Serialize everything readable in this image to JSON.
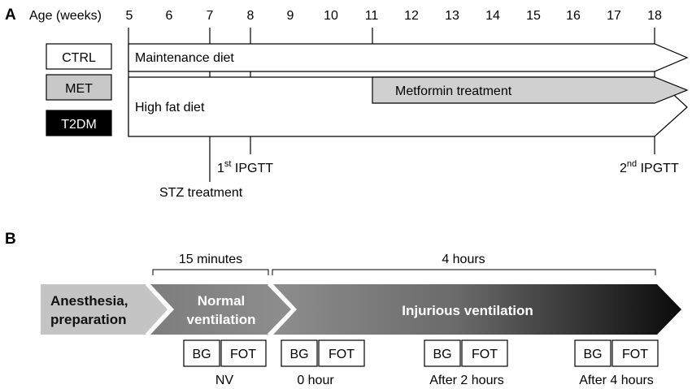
{
  "panel_a": {
    "label": "A",
    "age_label": "Age (weeks)",
    "weeks": [
      "5",
      "6",
      "7",
      "8",
      "9",
      "10",
      "11",
      "12",
      "13",
      "14",
      "15",
      "16",
      "17",
      "18"
    ],
    "legend": [
      {
        "label": "CTRL",
        "fill": "#ffffff",
        "text_color": "#000000"
      },
      {
        "label": "MET",
        "fill": "#c8c8c8",
        "text_color": "#000000"
      },
      {
        "label": "T2DM",
        "fill": "#000000",
        "text_color": "#ffffff"
      }
    ],
    "maintenance_diet": "Maintenance diet",
    "high_fat_diet": "High fat diet",
    "metformin_treatment": "Metformin treatment",
    "metformin_fill": "#d0d0d0",
    "first_ipgtt": {
      "sup": "st",
      "num": "1",
      "rest": " IPGTT"
    },
    "second_ipgtt": {
      "sup": "nd",
      "num": "2",
      "rest": " IPGTT"
    },
    "stz_treatment": "STZ treatment"
  },
  "panel_b": {
    "label": "B",
    "duration_15": "15 minutes",
    "duration_4h": "4 hours",
    "stage1": [
      "Anesthesia,",
      "preparation"
    ],
    "stage2": [
      "Normal",
      "ventilation"
    ],
    "stage3": "Injurious ventilation",
    "measurements": [
      {
        "boxes": [
          "BG",
          "FOT"
        ],
        "label": "NV"
      },
      {
        "boxes": [
          "BG",
          "FOT"
        ],
        "label": "0 hour"
      },
      {
        "boxes": [
          "BG",
          "FOT"
        ],
        "label": "After 2 hours"
      },
      {
        "boxes": [
          "BG",
          "FOT"
        ],
        "label": "After 4 hours"
      }
    ]
  }
}
